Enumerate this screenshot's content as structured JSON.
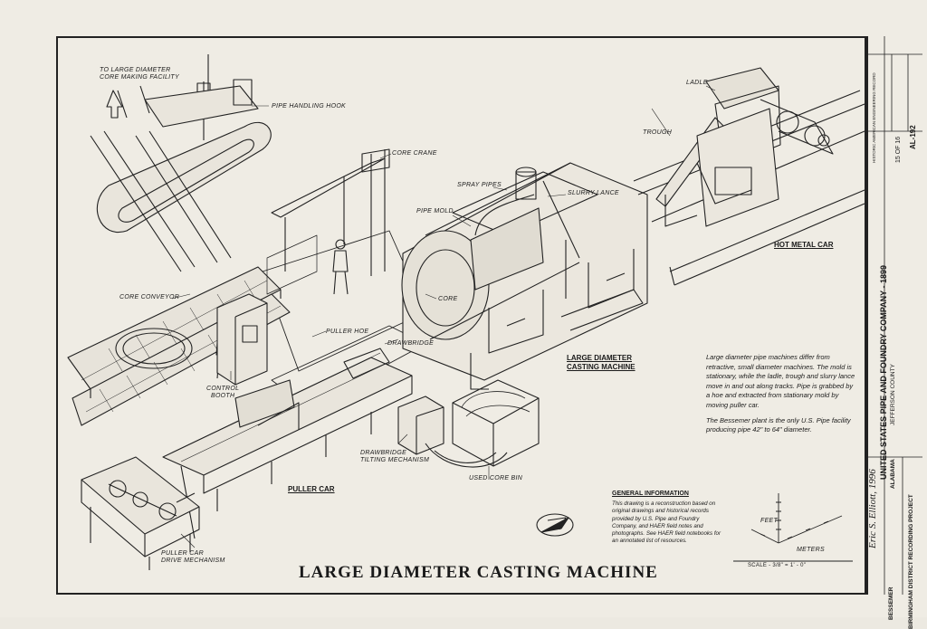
{
  "title": "LARGE DIAMETER CASTING MACHINE",
  "labels": {
    "to_core_facility": "TO LARGE DIAMETER\nCORE MAKING FACILITY",
    "pipe_handling_hook": "PIPE HANDLING HOOK",
    "core_crane": "CORE CRANE",
    "spray_pipes": "SPRAY PIPES",
    "slurry_lance": "SLURRY LANCE",
    "pipe_mold": "PIPE MOLD",
    "core": "CORE",
    "ladle": "LADLE",
    "trough": "TROUGH",
    "core_conveyor": "CORE CONVEYOR",
    "puller_hoe": "PULLER HOE",
    "drawbridge": "DRAWBRIDGE",
    "control_booth": "CONTROL\nBOOTH",
    "drawbridge_tilting": "DRAWBRIDGE\nTILTING MECHANISM",
    "used_core_bin": "USED CORE BIN",
    "puller_car_drive": "PULLER CAR\nDRIVE MECHANISM",
    "feet": "FEET",
    "meters": "METERS",
    "scale": "SCALE - 3/8\" = 1' - 0\""
  },
  "bold_labels": {
    "hot_metal_car": "HOT METAL CAR",
    "ld_casting_machine": "LARGE DIAMETER\nCASTING MACHINE",
    "puller_car": "PULLER CAR"
  },
  "description": [
    "Large diameter pipe machines differ from retractive, small diameter machines. The mold is stationary, while the ladle, trough and slurry lance move in and out along tracks. Pipe is grabbed by a hoe and extracted from stationary mold by moving puller car.",
    "The Bessemer plant is the only U.S. Pipe facility producing pipe 42\" to 64\" diameter."
  ],
  "general_information": {
    "heading": "GENERAL INFORMATION",
    "text": "This drawing is a reconstruction based on original drawings and historical records provided by U.S. Pipe and Foundry Company, and HAER field notes and photographs. See HAER field notebooks for an annotated list of resources."
  },
  "title_block": {
    "project": "UNITED STATES PIPE AND FOUNDRY COMPANY - 1899",
    "county": "JEFFERSON COUNTY",
    "state": "ALABAMA",
    "location": "BESSEMER",
    "recording": "BIRMINGHAM DISTRICT RECORDING PROJECT",
    "delineator": "Eric S. Elliott, 1996",
    "sheet": "15 OF 16",
    "haer_no": "AL-192",
    "haer": "HISTORIC AMERICAN ENGINEERING RECORD"
  }
}
